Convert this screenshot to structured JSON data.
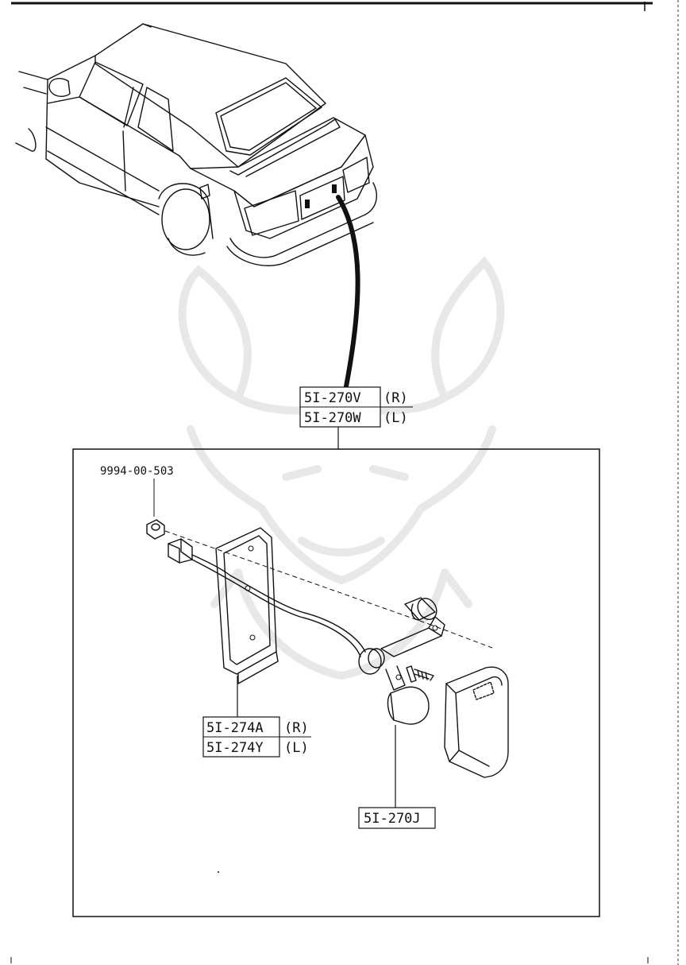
{
  "callouts": {
    "lamp_assembly": {
      "right_part": "5I-270V",
      "right_side": "(R)",
      "left_part": "5I-270W",
      "left_side": "(L)"
    },
    "nut": {
      "part": "9994-00-503"
    },
    "socket": {
      "right_part": "5I-274A",
      "right_side": "(R)",
      "left_part": "5I-274Y",
      "left_side": "(L)"
    },
    "bulb": {
      "part": "5I-270J"
    }
  },
  "colors": {
    "ink": "#111111",
    "paper": "#ffffff",
    "watermark": "#e8e8e8"
  },
  "icons": [
    "car-rear-view-icon",
    "watermark-crest-icon",
    "license-lamp-exploded-view-icon"
  ]
}
